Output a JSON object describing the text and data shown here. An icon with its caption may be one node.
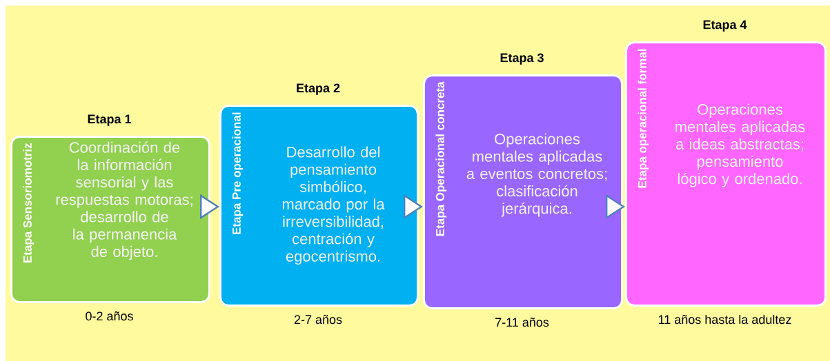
{
  "diagram": {
    "nodes": [
      {
        "text": [
          "Etapa 1",
          "Etapa Sensoriomotriz",
          "Coordinación de la información sensorial y las respuestas motoras; desarrollo de la permanencia de objeto."
        ],
        "beside": [
          "0-2 años"
        ]
      },
      {
        "text": [
          "Etapa 2",
          "Etapa Pre operacional",
          "Desarrollo del pensamiento simbólico, marcado por la irreversibilidad, centración y egocentrismo."
        ],
        "beside": [
          "2-7 años"
        ]
      },
      {
        "text": [
          "Etapa 3",
          "Etapa Operacional concreta",
          "Operaciones mentales aplicadas a eventos concretos; clasificación jerárquica."
        ],
        "beside": [
          "7-11 años"
        ]
      },
      {
        "text": [
          "Etapa 4",
          "Etapa operacional formal",
          "Operaciones mentales aplicadas a ideas abstractas; pensamiento lógico y ordenado."
        ],
        "beside": [
          "11 años hasta la adultez"
        ]
      }
    ],
    "edges": [
      {
        "from": 0,
        "to": 1,
        "arrow": "to"
      },
      {
        "from": 1,
        "to": 2,
        "arrow": "to"
      },
      {
        "from": 2,
        "to": 3,
        "arrow": "to"
      }
    ]
  }
}
